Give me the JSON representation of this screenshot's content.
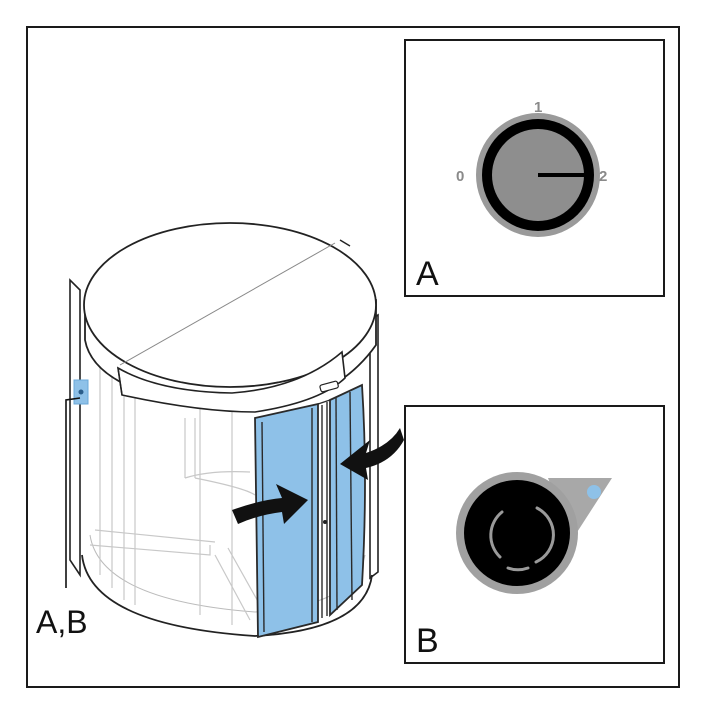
{
  "panels": {
    "a": {
      "label": "A",
      "switch_positions": [
        "0",
        "1",
        "2"
      ],
      "icon": "key-switch-icon"
    },
    "b": {
      "label": "B",
      "icon": "key-card-reader-icon"
    }
  },
  "door": {
    "callout_label": "A,B",
    "highlight_color": "#8ec1e8",
    "icon": "revolving-door-illustration"
  }
}
